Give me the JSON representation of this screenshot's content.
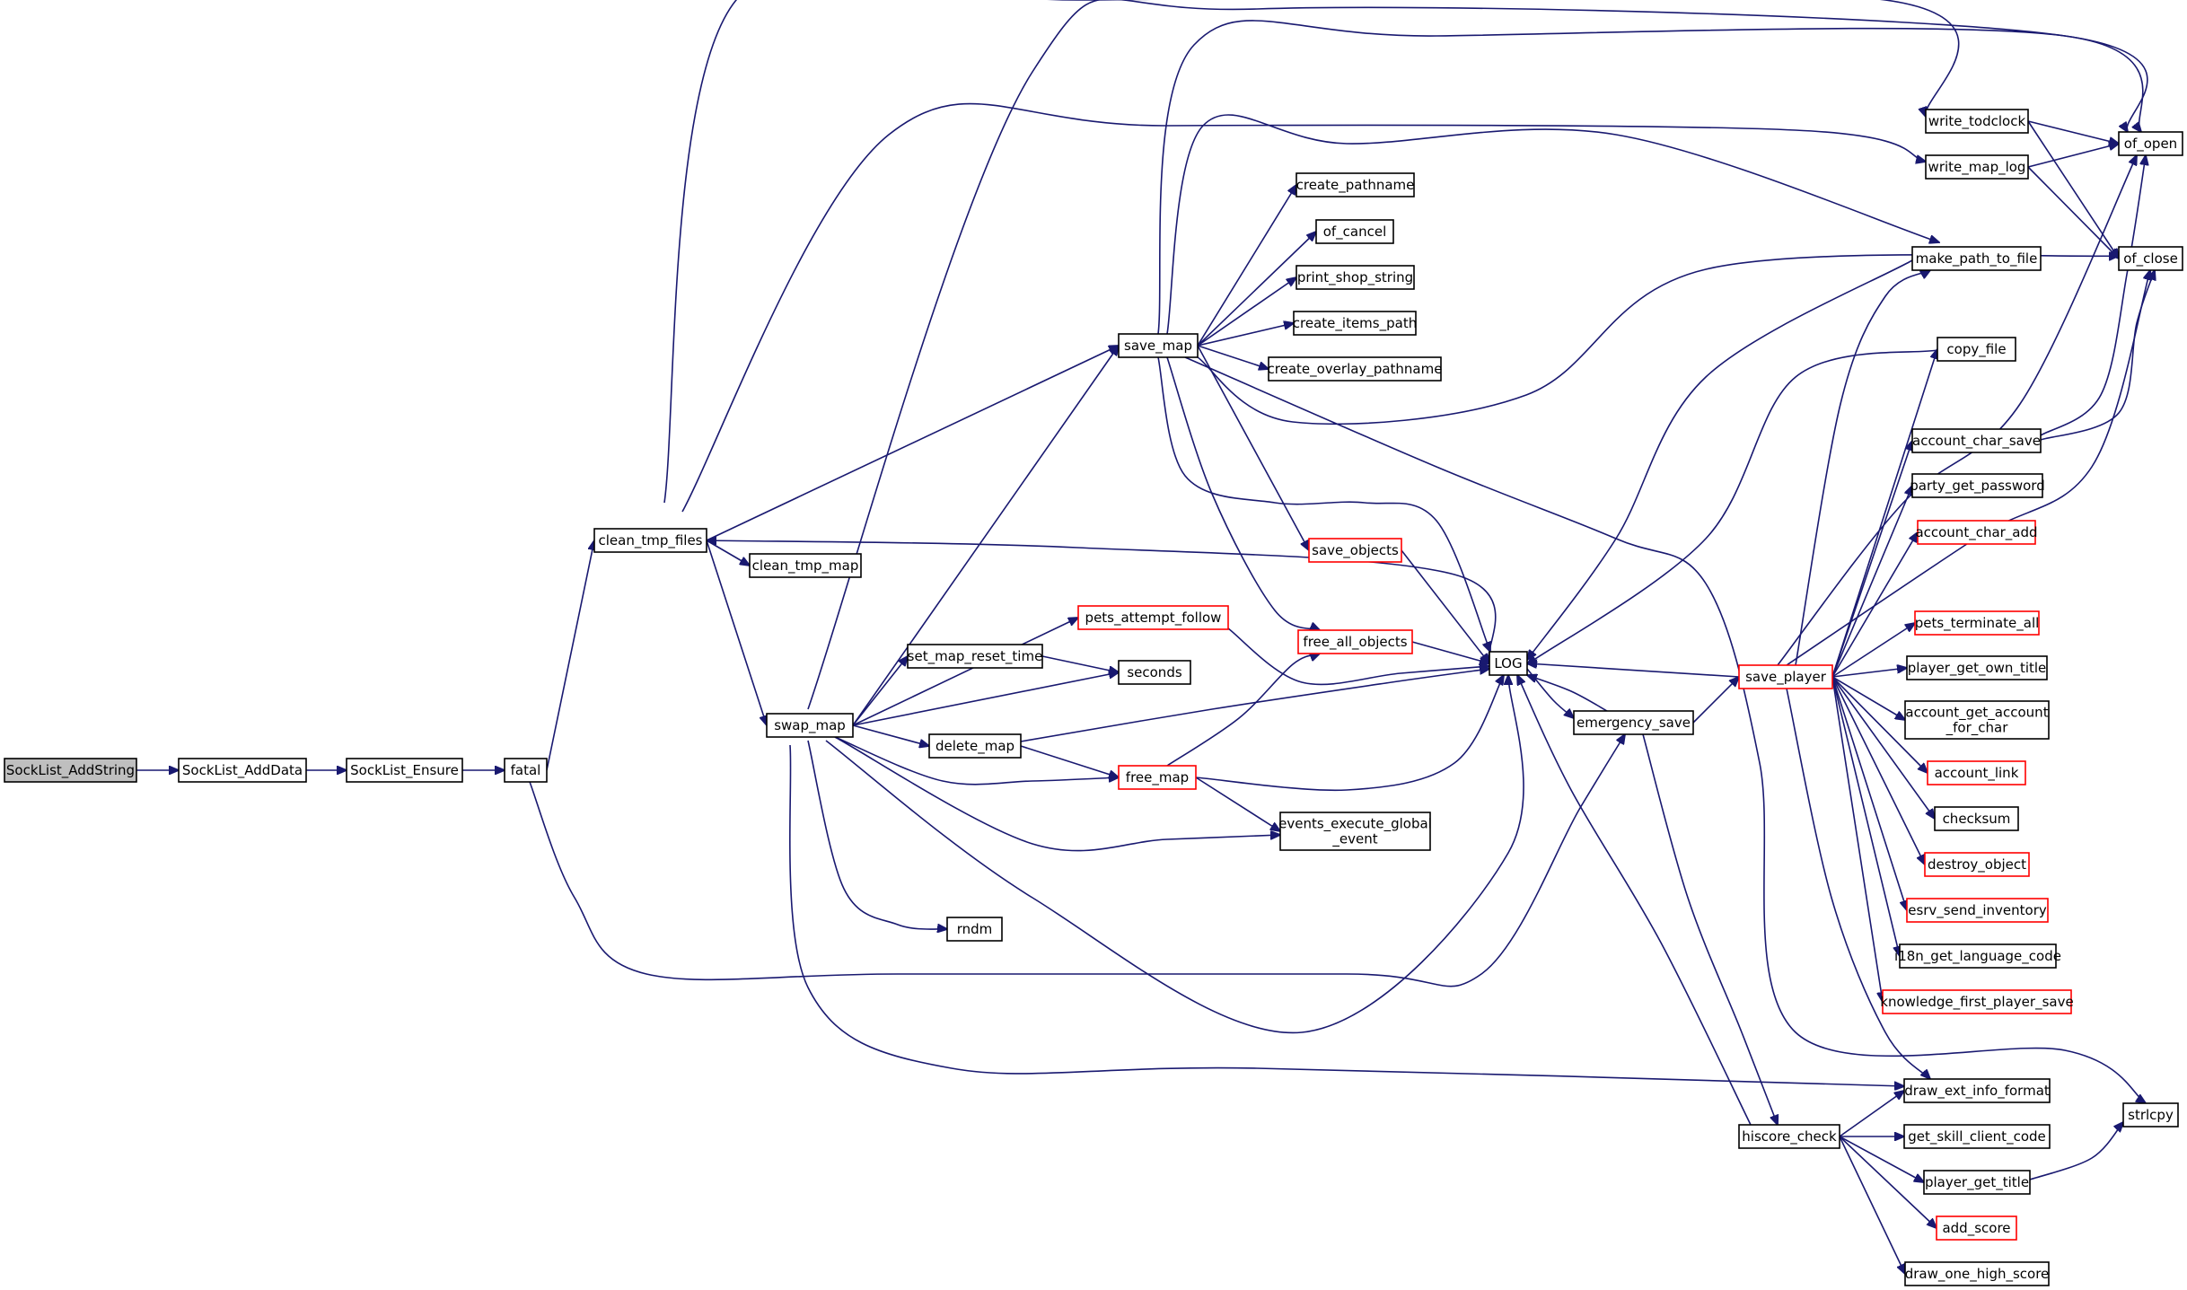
{
  "colors": {
    "edge": "#191970",
    "node_border_default": "#000000",
    "node_border_truncated": "#ff0000",
    "node_fill_focus": "#bfbfbf",
    "node_fill": "#ffffff"
  },
  "nodes": {
    "SockList_AddString": {
      "label": "SockList_AddString",
      "focus": true
    },
    "SockList_AddData": {
      "label": "SockList_AddData"
    },
    "SockList_Ensure": {
      "label": "SockList_Ensure"
    },
    "fatal": {
      "label": "fatal"
    },
    "clean_tmp_files": {
      "label": "clean_tmp_files"
    },
    "clean_tmp_map": {
      "label": "clean_tmp_map"
    },
    "swap_map": {
      "label": "swap_map"
    },
    "save_map": {
      "label": "save_map"
    },
    "create_pathname": {
      "label": "create_pathname"
    },
    "of_cancel": {
      "label": "of_cancel"
    },
    "print_shop_string": {
      "label": "print_shop_string"
    },
    "create_items_path": {
      "label": "create_items_path"
    },
    "create_overlay_pathname": {
      "label": "create_overlay_pathname"
    },
    "save_objects": {
      "label": "save_objects",
      "truncated": true
    },
    "free_all_objects": {
      "label": "free_all_objects",
      "truncated": true
    },
    "pets_attempt_follow": {
      "label": "pets_attempt_follow",
      "truncated": true
    },
    "set_map_reset_time": {
      "label": "set_map_reset_time"
    },
    "seconds": {
      "label": "seconds"
    },
    "delete_map": {
      "label": "delete_map"
    },
    "free_map": {
      "label": "free_map",
      "truncated": true
    },
    "events_execute_global_event": {
      "label": [
        "events_execute_global",
        "_event"
      ]
    },
    "rndm": {
      "label": "rndm"
    },
    "LOG": {
      "label": "LOG"
    },
    "emergency_save": {
      "label": "emergency_save"
    },
    "save_player": {
      "label": "save_player",
      "truncated": true
    },
    "hiscore_check": {
      "label": "hiscore_check"
    },
    "write_todclock": {
      "label": "write_todclock"
    },
    "write_map_log": {
      "label": "write_map_log"
    },
    "make_path_to_file": {
      "label": "make_path_to_file"
    },
    "of_open": {
      "label": "of_open"
    },
    "of_close": {
      "label": "of_close"
    },
    "copy_file": {
      "label": "copy_file"
    },
    "account_char_save": {
      "label": "account_char_save"
    },
    "party_get_password": {
      "label": "party_get_password"
    },
    "account_char_add": {
      "label": "account_char_add",
      "truncated": true
    },
    "pets_terminate_all": {
      "label": "pets_terminate_all",
      "truncated": true
    },
    "player_get_own_title": {
      "label": "player_get_own_title"
    },
    "account_get_account_for_char": {
      "label": [
        "account_get_account",
        "_for_char"
      ]
    },
    "account_link": {
      "label": "account_link",
      "truncated": true
    },
    "checksum": {
      "label": "checksum"
    },
    "destroy_object": {
      "label": "destroy_object",
      "truncated": true
    },
    "esrv_send_inventory": {
      "label": "esrv_send_inventory",
      "truncated": true
    },
    "i18n_get_language_code": {
      "label": "i18n_get_language_code"
    },
    "knowledge_first_player_save": {
      "label": "knowledge_first_player_save",
      "truncated": true
    },
    "draw_ext_info_format": {
      "label": "draw_ext_info_format"
    },
    "get_skill_client_code": {
      "label": "get_skill_client_code"
    },
    "player_get_title": {
      "label": "player_get_title"
    },
    "add_score": {
      "label": "add_score",
      "truncated": true
    },
    "draw_one_high_score": {
      "label": "draw_one_high_score"
    },
    "strlcpy": {
      "label": "strlcpy"
    }
  },
  "edges": [
    [
      "SockList_AddString",
      "SockList_AddData"
    ],
    [
      "SockList_AddData",
      "SockList_Ensure"
    ],
    [
      "SockList_Ensure",
      "fatal"
    ],
    [
      "fatal",
      "clean_tmp_files"
    ],
    [
      "fatal",
      "emergency_save"
    ],
    [
      "clean_tmp_files",
      "clean_tmp_map"
    ],
    [
      "clean_tmp_files",
      "swap_map"
    ],
    [
      "clean_tmp_files",
      "save_map"
    ],
    [
      "clean_tmp_files",
      "write_todclock"
    ],
    [
      "clean_tmp_files",
      "write_map_log"
    ],
    [
      "swap_map",
      "save_map"
    ],
    [
      "swap_map",
      "pets_attempt_follow"
    ],
    [
      "swap_map",
      "set_map_reset_time"
    ],
    [
      "swap_map",
      "seconds"
    ],
    [
      "swap_map",
      "delete_map"
    ],
    [
      "swap_map",
      "free_map"
    ],
    [
      "swap_map",
      "events_execute_global_event"
    ],
    [
      "swap_map",
      "rndm"
    ],
    [
      "swap_map",
      "LOG"
    ],
    [
      "swap_map",
      "draw_ext_info_format"
    ],
    [
      "swap_map",
      "of_open"
    ],
    [
      "save_map",
      "create_pathname"
    ],
    [
      "save_map",
      "of_cancel"
    ],
    [
      "save_map",
      "print_shop_string"
    ],
    [
      "save_map",
      "create_items_path"
    ],
    [
      "save_map",
      "create_overlay_pathname"
    ],
    [
      "save_map",
      "save_objects"
    ],
    [
      "save_map",
      "free_all_objects"
    ],
    [
      "save_map",
      "LOG"
    ],
    [
      "save_map",
      "make_path_to_file"
    ],
    [
      "save_map",
      "of_open"
    ],
    [
      "save_map",
      "of_close"
    ],
    [
      "save_map",
      "strlcpy"
    ],
    [
      "pets_attempt_follow",
      "LOG"
    ],
    [
      "set_map_reset_time",
      "seconds"
    ],
    [
      "delete_map",
      "free_map"
    ],
    [
      "delete_map",
      "LOG"
    ],
    [
      "free_map",
      "free_all_objects"
    ],
    [
      "free_map",
      "events_execute_global_event"
    ],
    [
      "free_map",
      "LOG"
    ],
    [
      "save_objects",
      "LOG"
    ],
    [
      "free_all_objects",
      "LOG"
    ],
    [
      "LOG",
      "clean_tmp_files"
    ],
    [
      "LOG",
      "emergency_save"
    ],
    [
      "emergency_save",
      "LOG"
    ],
    [
      "emergency_save",
      "save_player"
    ],
    [
      "emergency_save",
      "hiscore_check"
    ],
    [
      "save_player",
      "LOG"
    ],
    [
      "save_player",
      "make_path_to_file"
    ],
    [
      "save_player",
      "copy_file"
    ],
    [
      "save_player",
      "account_char_save"
    ],
    [
      "save_player",
      "party_get_password"
    ],
    [
      "save_player",
      "account_char_add"
    ],
    [
      "save_player",
      "pets_terminate_all"
    ],
    [
      "save_player",
      "player_get_own_title"
    ],
    [
      "save_player",
      "account_get_account_for_char"
    ],
    [
      "save_player",
      "account_link"
    ],
    [
      "save_player",
      "checksum"
    ],
    [
      "save_player",
      "destroy_object"
    ],
    [
      "save_player",
      "esrv_send_inventory"
    ],
    [
      "save_player",
      "i18n_get_language_code"
    ],
    [
      "save_player",
      "knowledge_first_player_save"
    ],
    [
      "save_player",
      "draw_ext_info_format"
    ],
    [
      "save_player",
      "of_open"
    ],
    [
      "save_player",
      "of_close"
    ],
    [
      "hiscore_check",
      "LOG"
    ],
    [
      "hiscore_check",
      "draw_ext_info_format"
    ],
    [
      "hiscore_check",
      "get_skill_client_code"
    ],
    [
      "hiscore_check",
      "player_get_title"
    ],
    [
      "hiscore_check",
      "add_score"
    ],
    [
      "hiscore_check",
      "draw_one_high_score"
    ],
    [
      "write_todclock",
      "of_open"
    ],
    [
      "write_todclock",
      "of_close"
    ],
    [
      "write_map_log",
      "of_open"
    ],
    [
      "write_map_log",
      "of_close"
    ],
    [
      "account_char_save",
      "of_open"
    ],
    [
      "account_char_save",
      "of_close"
    ],
    [
      "make_path_to_file",
      "LOG"
    ],
    [
      "copy_file",
      "LOG"
    ],
    [
      "player_get_title",
      "strlcpy"
    ]
  ]
}
